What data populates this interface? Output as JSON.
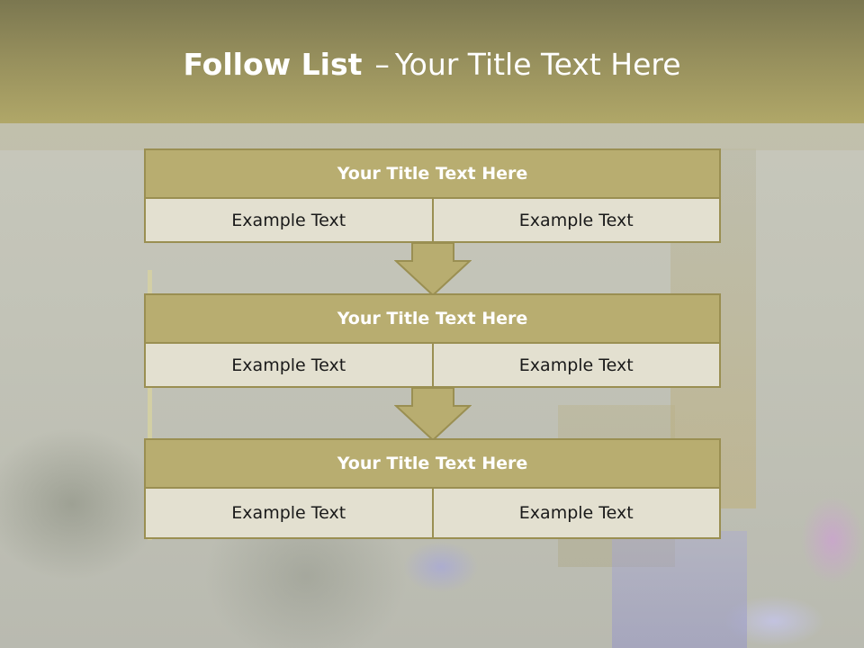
{
  "slide": {
    "title_bold": "Follow List",
    "title_separator": "–",
    "title_rest": "Your Title Text Here"
  },
  "steps": [
    {
      "title": "Your Title Text Here",
      "left": "Example Text",
      "right": "Example Text"
    },
    {
      "title": "Your Title Text Here",
      "left": "Example Text",
      "right": "Example Text"
    },
    {
      "title": "Your Title Text Here",
      "left": "Example Text",
      "right": "Example Text"
    }
  ],
  "colors": {
    "header": "#958e5c",
    "block_head": "#b8ad70",
    "cell": "#e3e0d0",
    "border": "#9a8f52"
  }
}
